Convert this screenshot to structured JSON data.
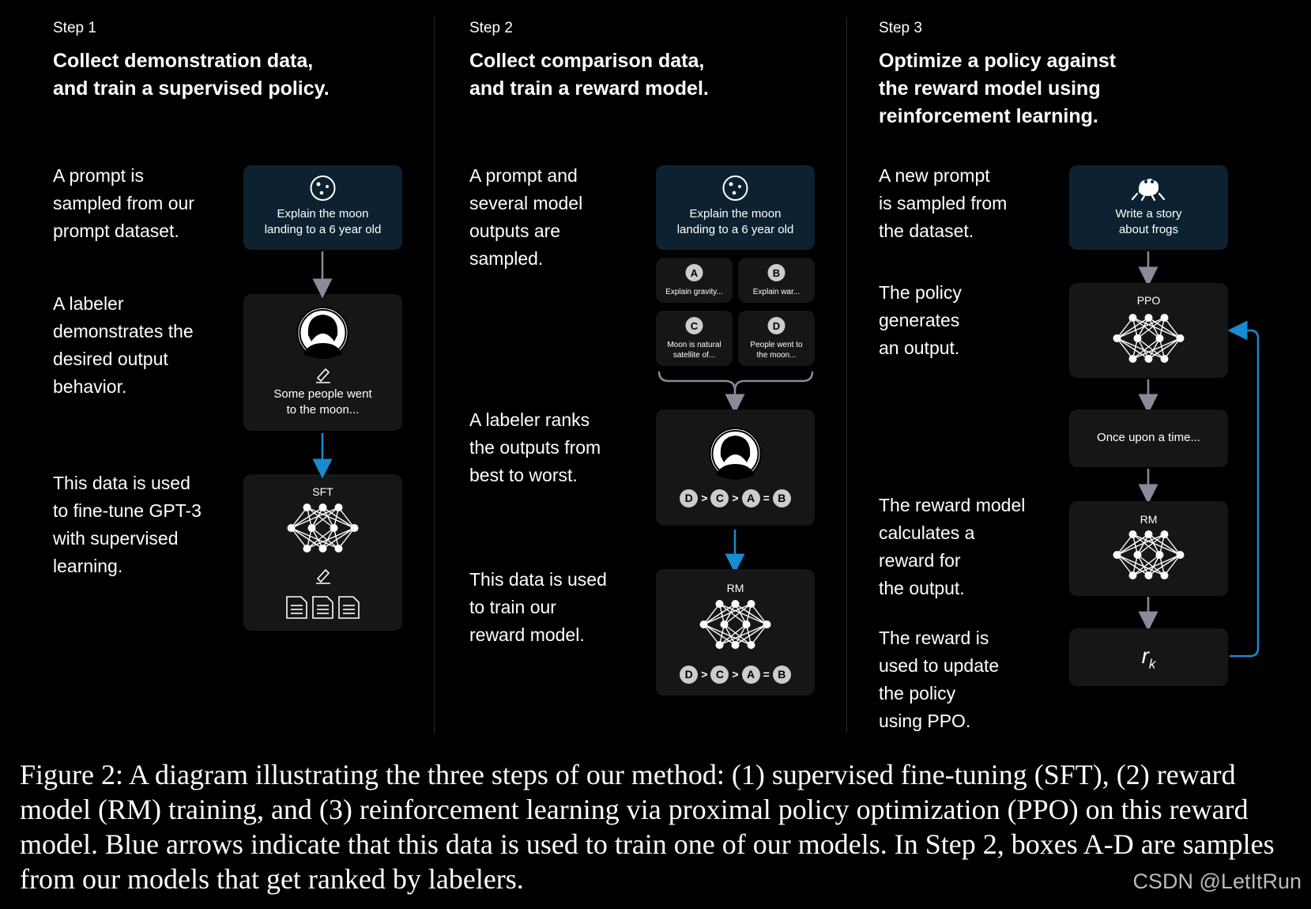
{
  "step1": {
    "label": "Step 1",
    "title_line1": "Collect demonstration data,",
    "title_line2": "and train a supervised policy.",
    "desc1": [
      "A prompt is",
      "sampled from our",
      "prompt dataset."
    ],
    "desc2": [
      "A labeler",
      "demonstrates the",
      "desired output",
      "behavior."
    ],
    "desc3": [
      "This data is used",
      "to fine-tune GPT-3",
      "with supervised",
      "learning."
    ],
    "prompt": [
      "Explain the moon",
      "landing to a 6 year old"
    ],
    "demo": [
      "Some people went",
      "to the moon..."
    ],
    "model": "SFT"
  },
  "step2": {
    "label": "Step 2",
    "title_line1": "Collect comparison data,",
    "title_line2": "and train a reward model.",
    "desc1": [
      "A prompt and",
      "several model",
      "outputs are",
      "sampled."
    ],
    "desc2": [
      "A labeler ranks",
      "the outputs from",
      "best to worst."
    ],
    "desc3": [
      "This data is used",
      "to train our",
      "reward model."
    ],
    "prompt": [
      "Explain the moon",
      "landing to a 6 year old"
    ],
    "outputs": [
      {
        "letter": "A",
        "text": [
          "Explain gravity..."
        ]
      },
      {
        "letter": "B",
        "text": [
          "Explain war..."
        ]
      },
      {
        "letter": "C",
        "text": [
          "Moon is natural",
          "satellite of..."
        ]
      },
      {
        "letter": "D",
        "text": [
          "People went to",
          "the moon..."
        ]
      }
    ],
    "ranking": [
      "D",
      ">",
      "C",
      ">",
      "A",
      "=",
      "B"
    ],
    "model": "RM"
  },
  "step3": {
    "label": "Step 3",
    "title_line1": "Optimize a policy against",
    "title_line2": "the reward model using",
    "title_line3": "reinforcement learning.",
    "desc1": [
      "A new prompt",
      "is sampled from",
      "the dataset."
    ],
    "desc2": [
      "The policy",
      "generates",
      "an output."
    ],
    "desc3": [
      "The reward model",
      "calculates a",
      "reward for",
      "the output."
    ],
    "desc4": [
      "The reward is",
      "used to update",
      "the policy",
      "using PPO."
    ],
    "prompt": [
      "Write a story",
      "about frogs"
    ],
    "policy": "PPO",
    "output": "Once upon a time...",
    "reward_model": "RM",
    "reward_symbol": "r",
    "reward_subscript": "k"
  },
  "caption": "Figure 2: A diagram illustrating the three steps of our method: (1) supervised fine-tuning (SFT), (2) reward model (RM) training, and (3) reinforcement learning via proximal policy optimization (PPO) on this reward model. Blue arrows indicate that this data is used to train one of our models. In Step 2, boxes A-D are samples from our models that get ranked by labelers.",
  "watermark": "CSDN @LetItRun",
  "colors": {
    "prompt_box": "#0c2230",
    "box": "#161616",
    "arrow_gray": "#8a8a9a",
    "arrow_blue": "#1a8ad4"
  }
}
